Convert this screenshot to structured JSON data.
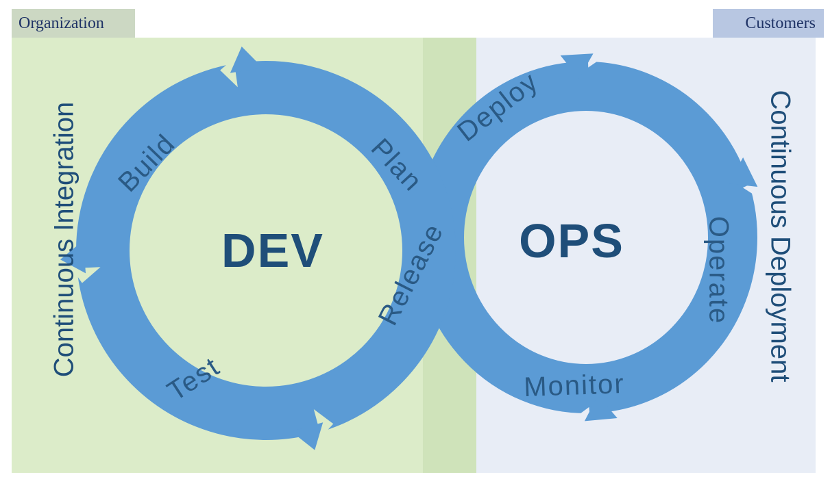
{
  "header": {
    "left_label": "Organization",
    "right_label": "Customers"
  },
  "sides": {
    "left_vertical_label": "Continuous Integration",
    "right_vertical_label": "Continuous Deployment"
  },
  "diagram": {
    "dev_label": "DEV",
    "ops_label": "OPS",
    "stages": {
      "build": "Build",
      "plan": "Plan",
      "release": "Release",
      "deploy": "Deploy",
      "operate": "Operate",
      "monitor": "Monitor",
      "test": "Test"
    }
  },
  "colors": {
    "organization_background": "#dcecc9",
    "overlap_strip": "#cfe3ba",
    "customers_background": "#e8edf6",
    "loop_blue": "#5b9bd5",
    "stage_text": "#2a5a85",
    "title_text": "#1f4e79",
    "header_text": "#1f3366",
    "organization_box": "#ccd8c3",
    "customers_box": "#b8c7e2"
  }
}
